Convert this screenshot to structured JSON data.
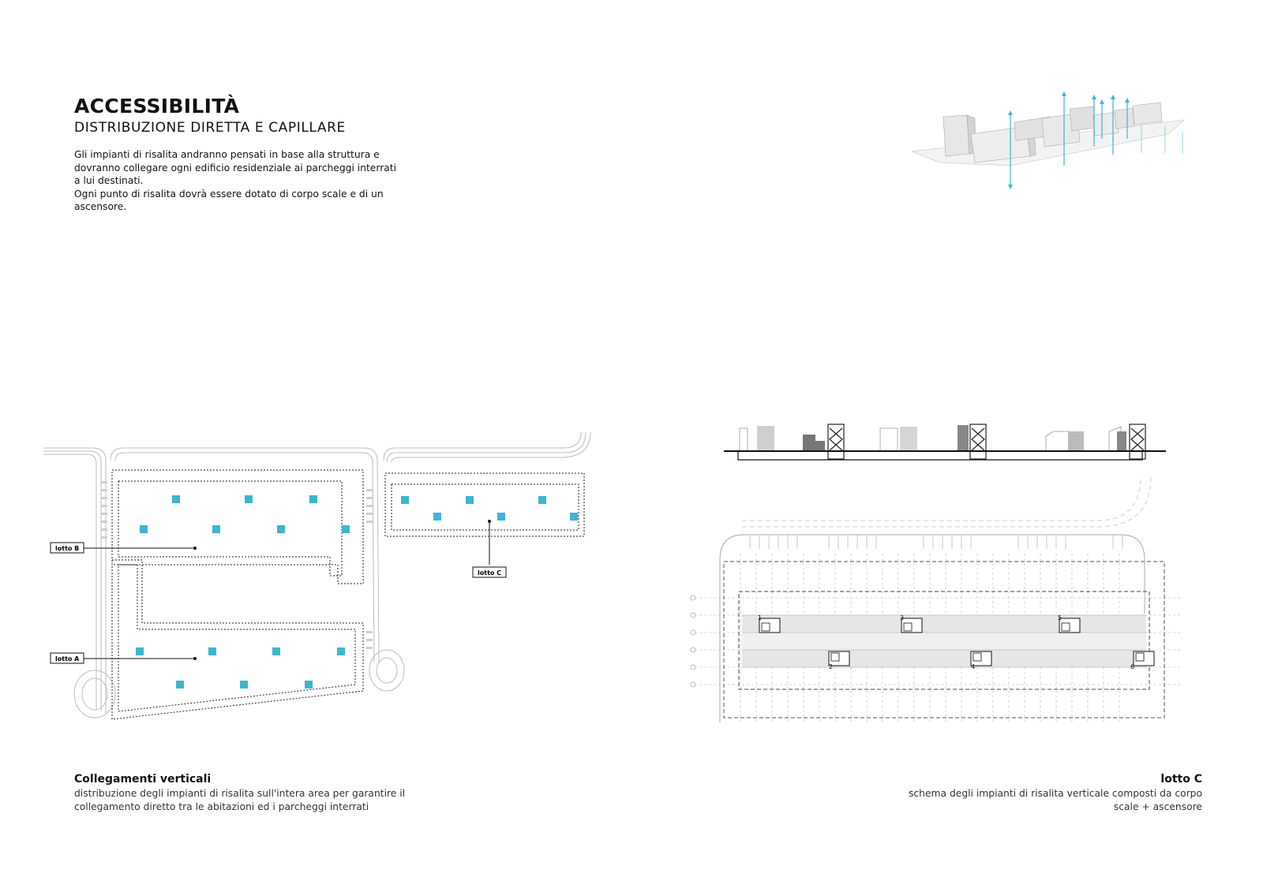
{
  "header": {
    "title": "ACCESSIBILITÀ",
    "subtitle": "DISTRIBUZIONE DIRETTA E CAPILLARE",
    "intro": [
      "Gli impianti di risalita andranno pensati in base alla struttura e dovranno collegare ogni edificio residenziale ai parcheggi interrati a lui destinati.",
      "Ogni punto di risalita dovrà essere dotato di corpo scale e di un ascensore."
    ]
  },
  "site_plan": {
    "labels": {
      "lotto_a": "lotto A",
      "lotto_b": "lotto B",
      "lotto_c": "lotto C"
    },
    "caption_title": "Collegamenti verticali",
    "caption_text": "distribuzione degli impianti di risalita sull'intera area per garantire il collegamento diretto tra le abitazioni ed i parcheggi interrati"
  },
  "lot_c_plan": {
    "core_numbers": [
      "1",
      "2",
      "3",
      "4",
      "5",
      "6"
    ],
    "caption_title": "lotto C",
    "caption_text": "schema degli impianti di risalita verticale composti da corpo scale + ascensore"
  },
  "colors": {
    "marker": "#3bb6d3",
    "line": "#222222",
    "grey_fill": "#e4e4e4"
  }
}
